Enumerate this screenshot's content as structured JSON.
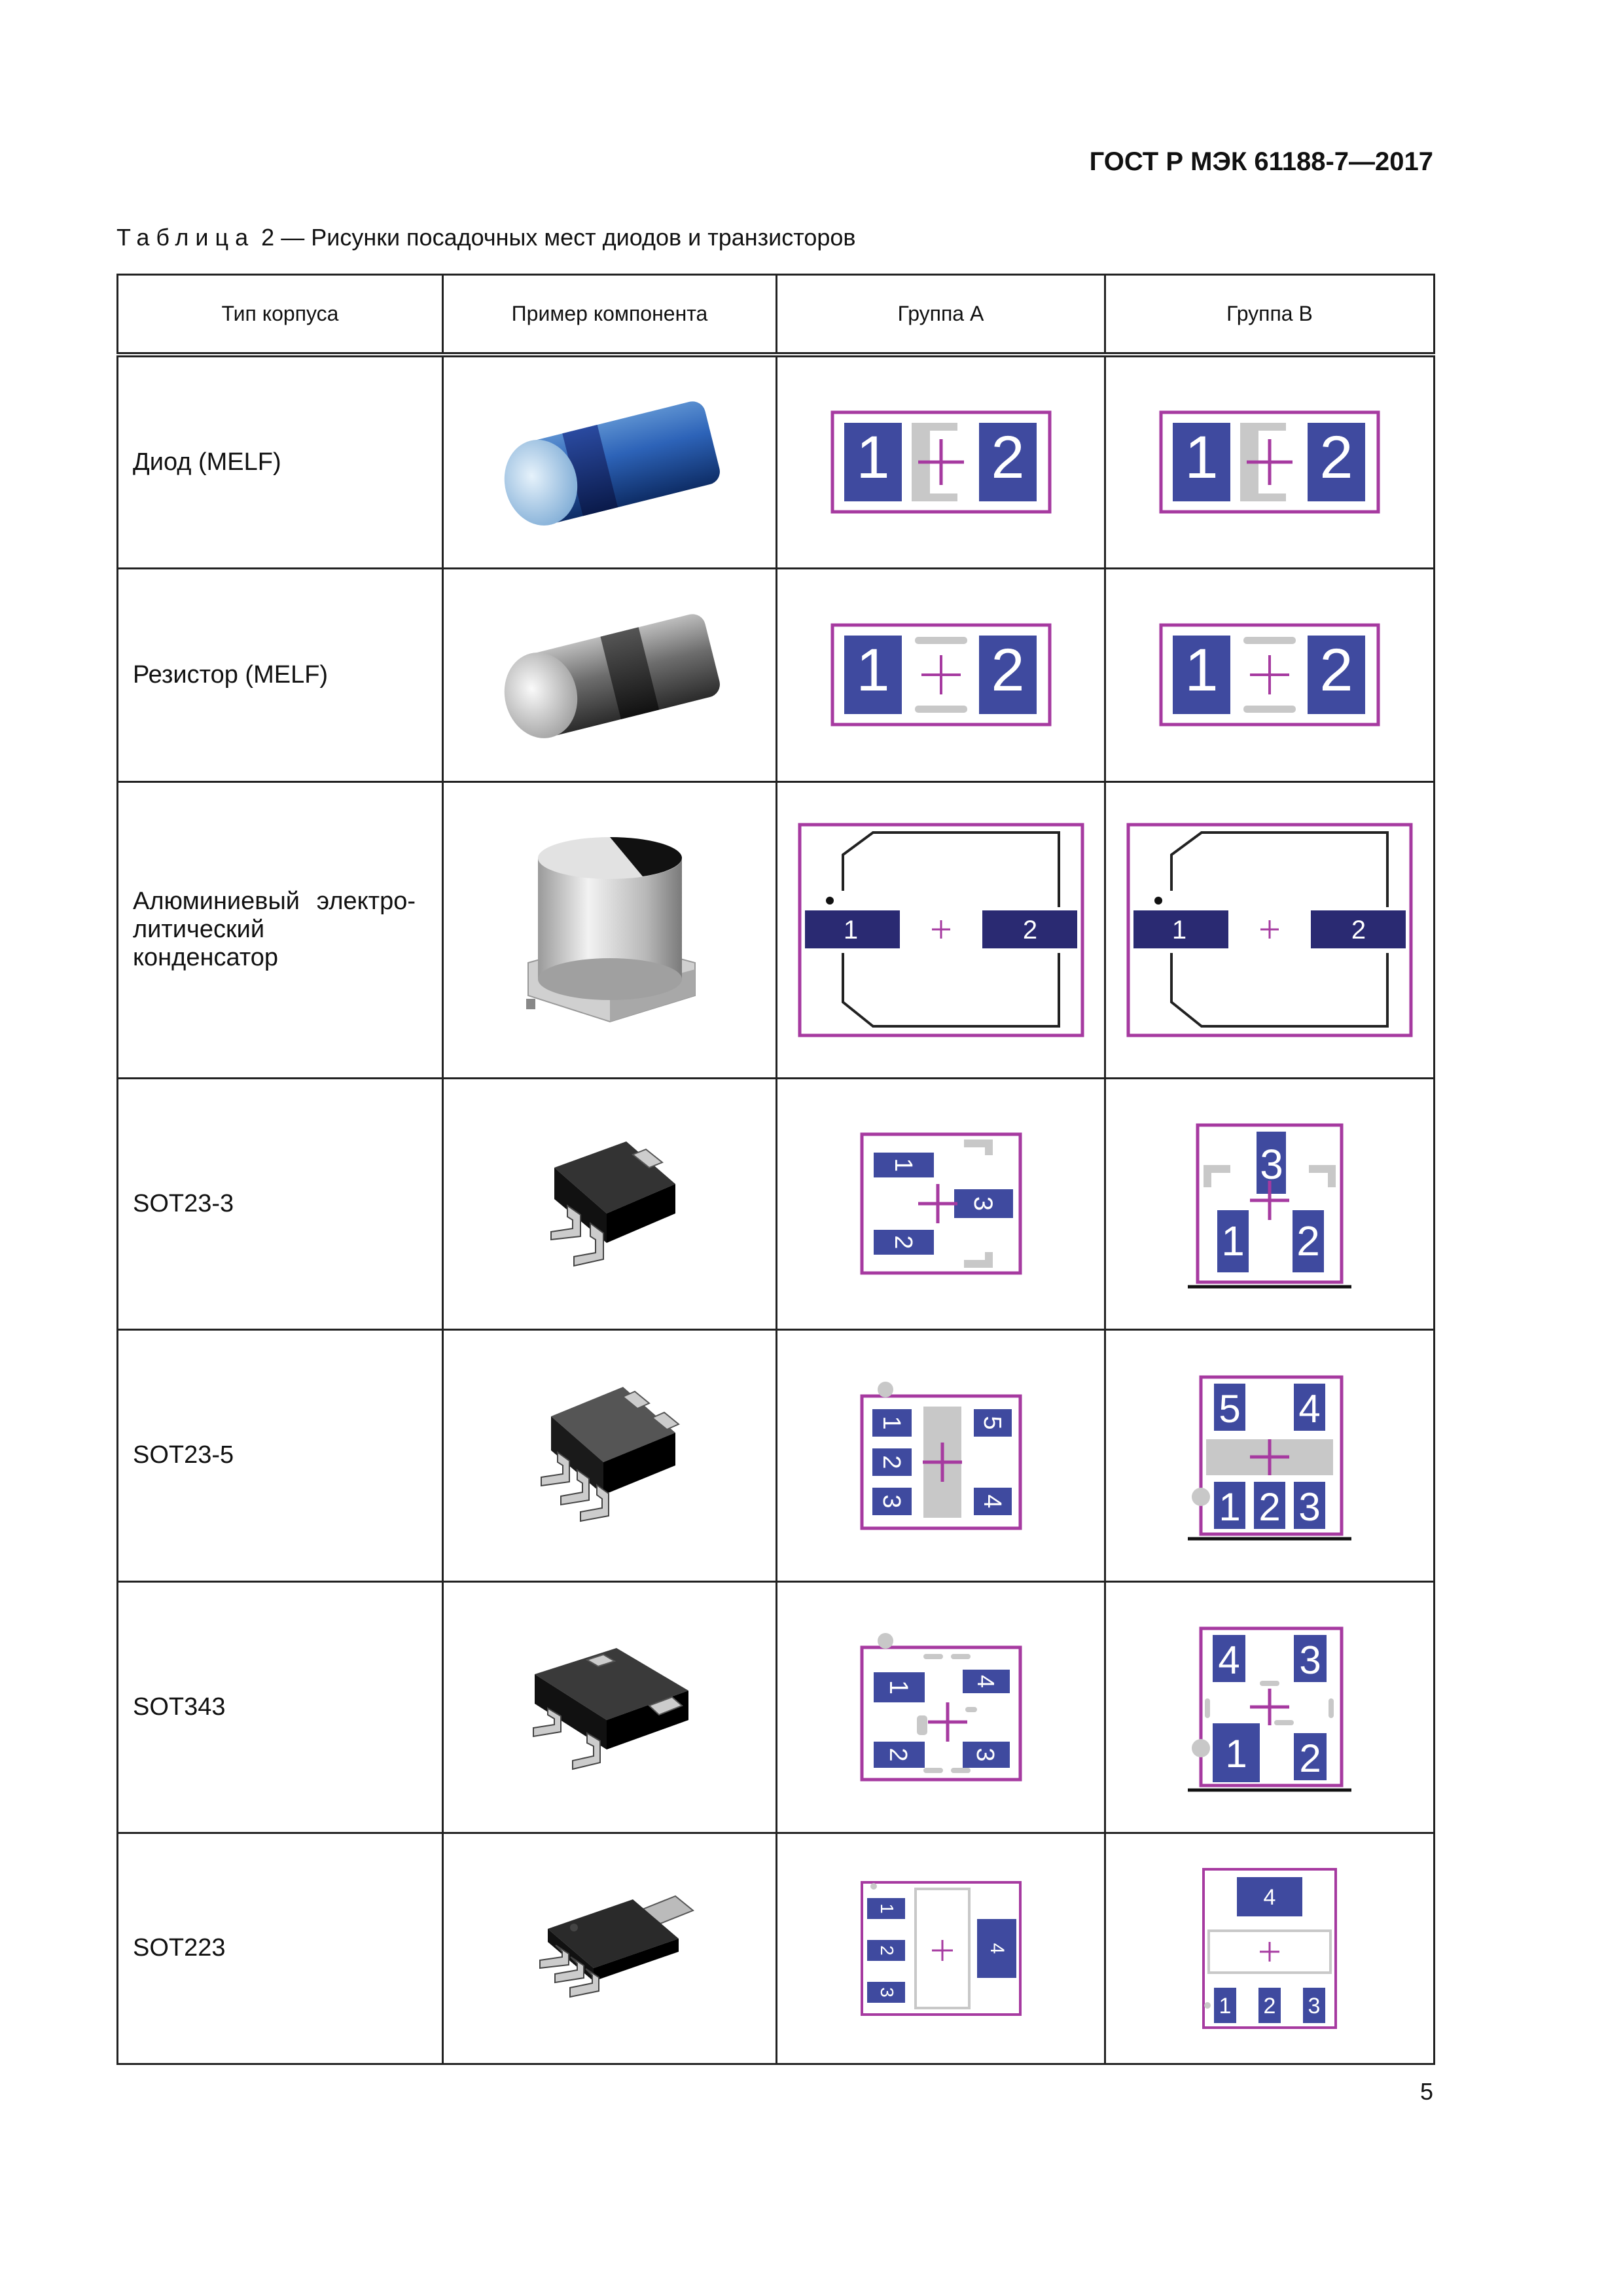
{
  "header": {
    "doc_code": "ГОСТ Р МЭК 61188-7—2017"
  },
  "caption": {
    "lead": "Таблица",
    "text": "2 — Рисунки посадочных мест диодов и транзисторов"
  },
  "table": {
    "columns": [
      "Тип корпуса",
      "Пример компонента",
      "Группа A",
      "Группа B"
    ],
    "rows": [
      {
        "type": "Диод (MELF)",
        "pads": [
          "1",
          "2"
        ]
      },
      {
        "type": "Резистор (MELF)",
        "pads": [
          "1",
          "2"
        ]
      },
      {
        "type_line1": "Алюминиевый электро-",
        "type_line2": "литический конденсатор",
        "pads": [
          "1",
          "2"
        ]
      },
      {
        "type": "SOT23-3",
        "pads": [
          "1",
          "2",
          "3"
        ]
      },
      {
        "type": "SOT23-5",
        "pads": [
          "1",
          "2",
          "3",
          "4",
          "5"
        ]
      },
      {
        "type": "SOT343",
        "pads": [
          "1",
          "2",
          "3",
          "4"
        ]
      },
      {
        "type": "SOT223",
        "pads": [
          "1",
          "2",
          "3",
          "4"
        ]
      }
    ]
  },
  "colors": {
    "pad": "#3f4a9f",
    "outline": "#a63aa0",
    "cross": "#a63aa0",
    "marker": "#c8c8c8",
    "cap_pad": "#2a2a72"
  },
  "page_number": "5"
}
